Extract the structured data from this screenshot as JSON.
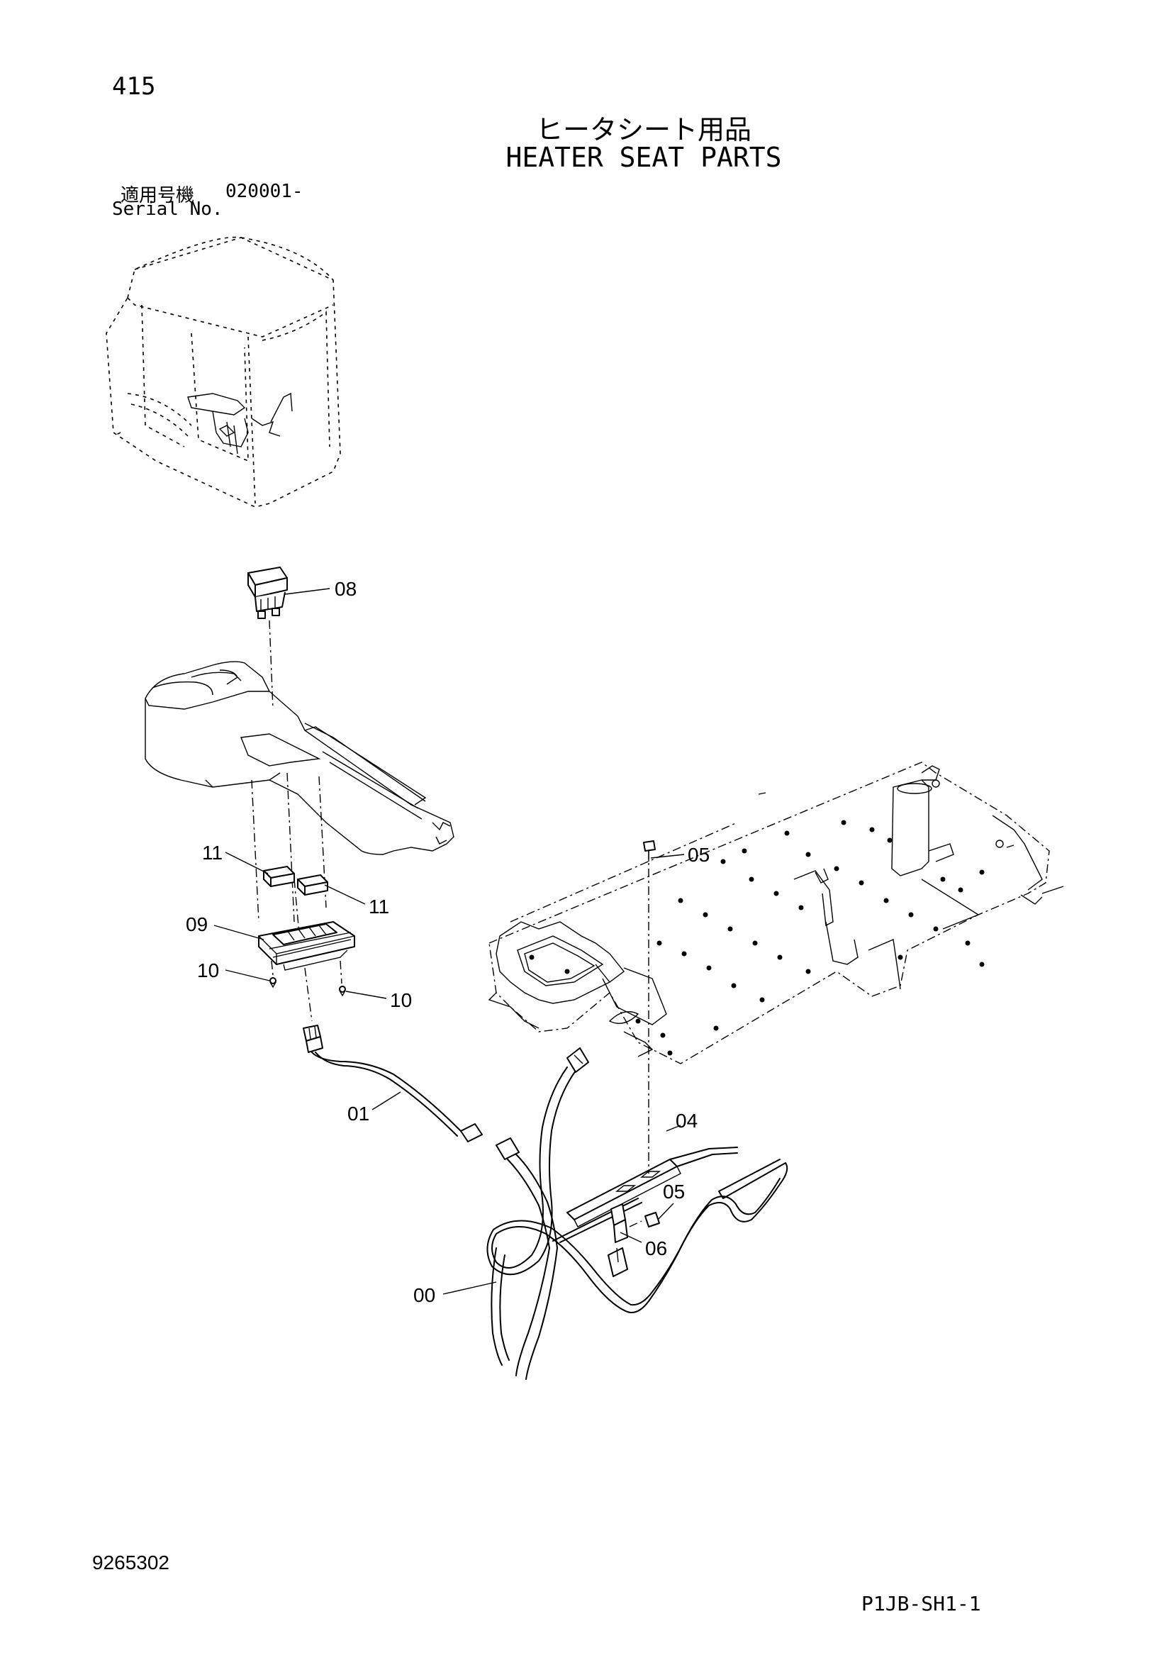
{
  "page_number": "415",
  "title_ja": "ヒータシート用品",
  "title_en": "HEATER SEAT PARTS",
  "serial": {
    "label_ja": "適用号機",
    "value": "020001-",
    "label_en": "Serial No."
  },
  "callouts": {
    "c08": "08",
    "c11a": "11",
    "c11b": "11",
    "c09": "09",
    "c10a": "10",
    "c10b": "10",
    "c05a": "05",
    "c01": "01",
    "c04": "04",
    "c05b": "05",
    "c06": "06",
    "c00": "00"
  },
  "document_number": "9265302",
  "sheet_code": "P1JB-SH1-1"
}
